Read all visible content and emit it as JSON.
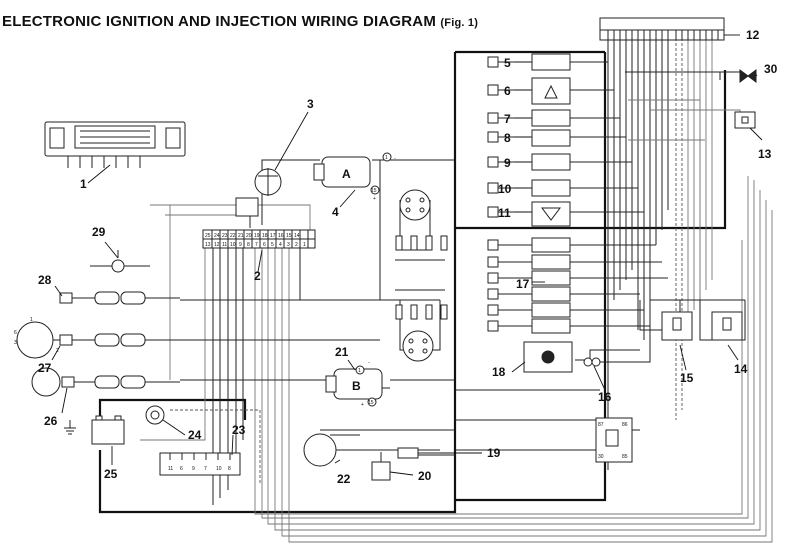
{
  "title": {
    "main": "ELECTRONIC IGNITION AND INJECTION WIRING DIAGRAM",
    "fig": "(Fig. 1)"
  },
  "callouts": [
    "1",
    "2",
    "3",
    "4",
    "5",
    "6",
    "7",
    "8",
    "9",
    "10",
    "11",
    "12",
    "13",
    "14",
    "15",
    "16",
    "17",
    "18",
    "19",
    "20",
    "21",
    "22",
    "23",
    "24",
    "25",
    "26",
    "27",
    "28",
    "29",
    "30"
  ],
  "coil_labels": {
    "upper": "A",
    "lower": "B"
  },
  "coil_terminals": {
    "one": "1",
    "fifteen": "15",
    "minus": "-",
    "plus": "+"
  },
  "connector2_top_pins": [
    "25",
    "24",
    "23",
    "22",
    "21",
    "20",
    "19",
    "18",
    "17",
    "16",
    "15",
    "14"
  ],
  "connector2_bottom_pins": [
    "13",
    "12",
    "11",
    "10",
    "9",
    "8",
    "7",
    "6",
    "5",
    "4",
    "3",
    "2",
    "1"
  ],
  "connector23_pins": [
    "11",
    "6",
    "9",
    "7",
    "10",
    "8"
  ],
  "relay_pins": [
    "87",
    "86",
    "30",
    "85"
  ],
  "sensor27_pins": [
    "1",
    "6",
    "2",
    "3"
  ],
  "colors": {
    "wire": "#222222",
    "dashed_wire": "#555555",
    "background": "#ffffff"
  }
}
